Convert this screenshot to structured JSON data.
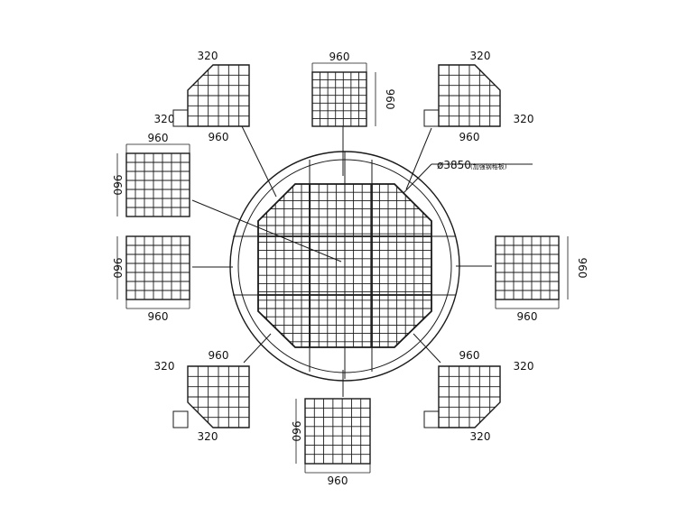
{
  "diagram": {
    "main": {
      "diameter_label": "ø3850",
      "diameter_note": "(加强钢格板)"
    },
    "dims": {
      "width": "960",
      "height": "960",
      "chamfer": "320"
    },
    "panels": [
      {
        "key": "top",
        "shape": "square"
      },
      {
        "key": "top-left",
        "shape": "corner"
      },
      {
        "key": "top-right",
        "shape": "corner"
      },
      {
        "key": "left-upper",
        "shape": "square"
      },
      {
        "key": "left-lower",
        "shape": "square"
      },
      {
        "key": "right",
        "shape": "square"
      },
      {
        "key": "bottom-left",
        "shape": "corner"
      },
      {
        "key": "bottom",
        "shape": "square"
      },
      {
        "key": "bottom-right",
        "shape": "corner"
      }
    ],
    "colors": {
      "line": "#1a1a1a",
      "background": "#ffffff"
    }
  }
}
